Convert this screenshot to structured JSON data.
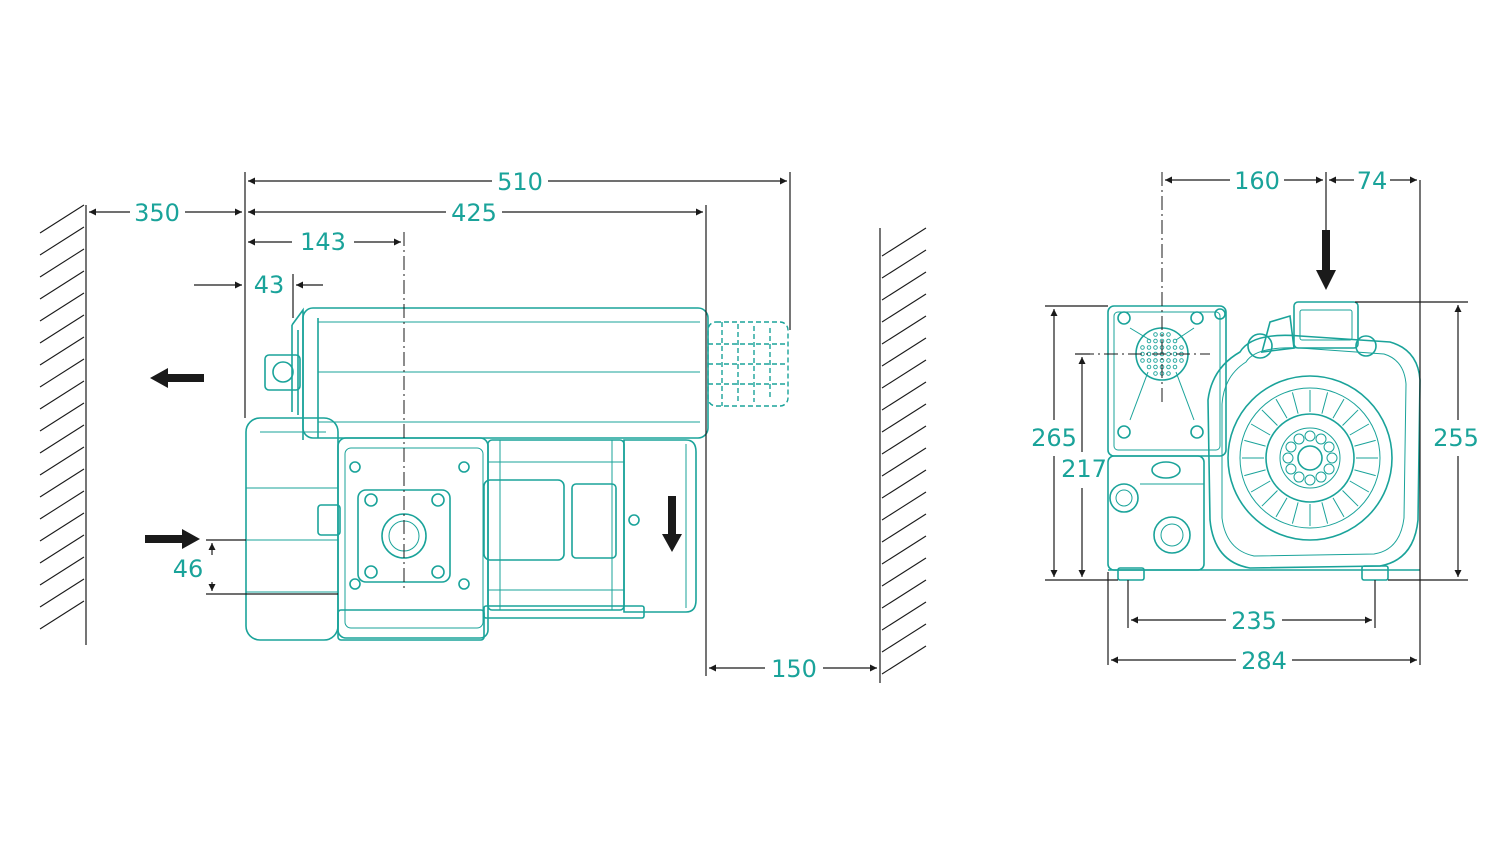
{
  "side_view": {
    "dim_overall": "510",
    "dim_length": "425",
    "dim_wall_left": "350",
    "dim_axis": "143",
    "dim_inlet_offset": "43",
    "dim_inlet_height": "46",
    "dim_wall_right": "150"
  },
  "end_view": {
    "dim_top_left": "160",
    "dim_top_right": "74",
    "dim_height_total": "265",
    "dim_height_inner": "217",
    "dim_height_right": "255",
    "dim_feet": "235",
    "dim_width": "284"
  },
  "colors": {
    "outline": "#1aa39a",
    "dimension_line": "#1a1a1a",
    "flow_arrow": "#1a1a1a"
  }
}
